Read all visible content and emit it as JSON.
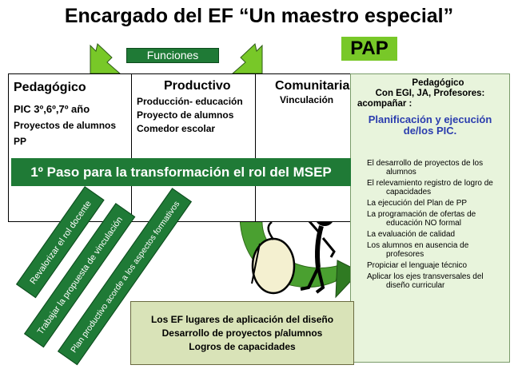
{
  "title": "Encargado del EF “Un maestro especial”",
  "pap_badge": "PAP",
  "funciones_label": "Funciones",
  "columns": {
    "pedagogico": {
      "heading": "Pedagógico",
      "items": [
        "PIC 3º,6º,7º año",
        "Proyectos de alumnos",
        "PP"
      ]
    },
    "productivo": {
      "heading": "Productivo",
      "items": [
        "Producción- educación",
        "Proyecto de alumnos",
        "Comedor escolar"
      ]
    },
    "comunitaria": {
      "heading": "Comunitaria",
      "items": [
        "Vinculación"
      ]
    }
  },
  "pap_panel": {
    "heading": "Pedagógico",
    "subheading_1": "Con EGI, JA, Profesores:",
    "subheading_2": "acompañar :",
    "highlight_1": "Planificación y ejecución",
    "highlight_2": "de/los PIC.",
    "items": [
      {
        "line1": "El desarrollo de proyectos de los",
        "line2": "alumnos"
      },
      {
        "line1": "El relevamiento registro de logro de",
        "line2": "capacidades"
      },
      {
        "line1": "La ejecución del Plan de PP",
        "line2": ""
      },
      {
        "line1": "La programación de ofertas de",
        "line2": "educación NO formal"
      },
      {
        "line1": "La evaluación de calidad",
        "line2": ""
      },
      {
        "line1": "Los alumnos en ausencia de",
        "line2": "profesores"
      },
      {
        "line1": "Propiciar el lenguaje técnico",
        "line2": ""
      },
      {
        "line1": "Aplicar los ejes transversales del",
        "line2": "diseño curricular"
      }
    ]
  },
  "banner": "1º Paso para la transformación el rol del MSEP",
  "diagonals": [
    "Revalorizar el rol docente",
    "Trabajar la propuesta de vinculación",
    "Plan productivo acorde a los aspectos formativos"
  ],
  "bottom_box": [
    "Los EF lugares de aplicación del diseño",
    "Desarrollo de proyectos p/alumnos",
    "Logros de capacidades"
  ],
  "colors": {
    "dark_green": "#1f7a36",
    "light_green": "#78c828",
    "panel_bg": "#e8f4dc",
    "bottom_bg": "#d9e3b8",
    "highlight_blue": "#2a3cae"
  }
}
